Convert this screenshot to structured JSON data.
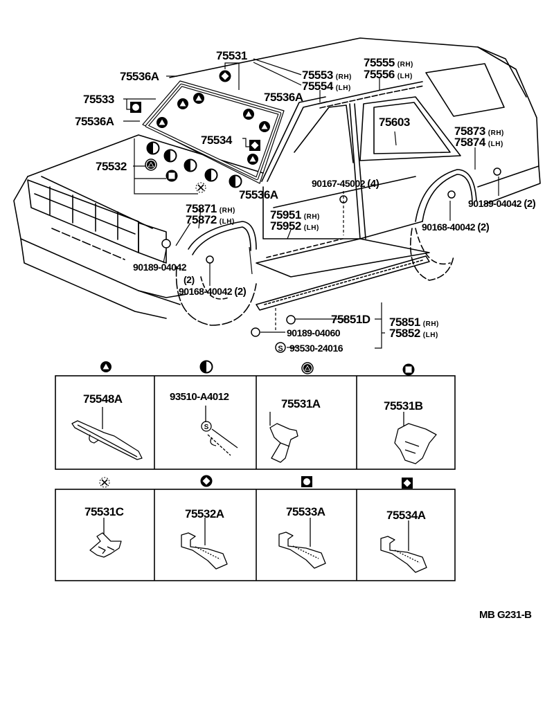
{
  "diagram_code": "MB G231-B",
  "side_labels": {
    "rh": "(RH)",
    "lh": "(LH)"
  },
  "callouts": {
    "p75531": "75531",
    "p75536A_1": "75536A",
    "p75536A_2": "75536A",
    "p75536A_3": "75536A",
    "p75536A_4": "75536A",
    "p75533": "75533",
    "p75532": "75532",
    "p75534": "75534",
    "p75553": "75553",
    "p75554": "75554",
    "p75555": "75555",
    "p75556": "75556",
    "p75603": "75603",
    "p75873": "75873",
    "p75874": "75874",
    "p90167": "90167-45002",
    "p90167_qty": "(4)",
    "p90189_rear": "90189-04042",
    "p90189_rear_qty": "(2)",
    "p90168_rear": "90168-40042",
    "p90168_rear_qty": "(2)",
    "p75871": "75871",
    "p75872": "75872",
    "p75951": "75951",
    "p75952": "75952",
    "p90189_front": "90189-04042",
    "p90189_front_qty": "(2)",
    "p90168_front": "90168-40042",
    "p90168_front_qty": "(2)",
    "p75851D": "75851D",
    "p90189_04060": "90189-04060",
    "p93530": "93530-24016",
    "p75851": "75851",
    "p75852": "75852"
  },
  "legend_rows": [
    [
      {
        "symbol": "circle-triangle",
        "part": "75548A"
      },
      {
        "symbol": "half-circle",
        "part": "93510-A4012"
      },
      {
        "symbol": "circle-outlined-triangle",
        "part": "75531A"
      },
      {
        "symbol": "circle-square",
        "part": "75531B"
      }
    ],
    [
      {
        "symbol": "dotted-cross",
        "part": "75531C"
      },
      {
        "symbol": "circle-diamond",
        "part": "75532A"
      },
      {
        "symbol": "square-circle",
        "part": "75533A"
      },
      {
        "symbol": "square-diamond",
        "part": "75534A"
      }
    ]
  ]
}
